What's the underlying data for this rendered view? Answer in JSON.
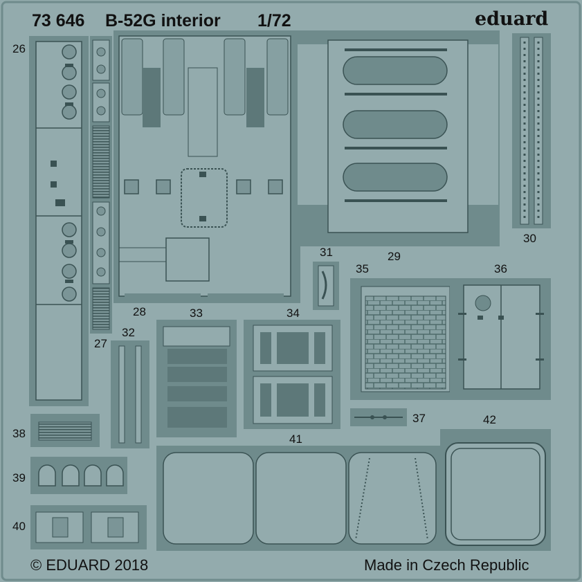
{
  "header": {
    "product_code": "73 646",
    "product_name": "B-52G interior",
    "scale": "1/72",
    "brand": "eduard"
  },
  "footer": {
    "copyright": "© EDUARD 2018",
    "origin": "Made in Czech Republic"
  },
  "parts": {
    "p26": "26",
    "p27": "27",
    "p28": "28",
    "p29": "29",
    "p30": "30",
    "p31": "31",
    "p32": "32",
    "p33": "33",
    "p34": "34",
    "p35": "35",
    "p36": "36",
    "p37": "37",
    "p38": "38",
    "p39": "39",
    "p40": "40",
    "p41": "41",
    "p42": "42"
  },
  "colors": {
    "background": "#93abad",
    "fret_channel": "#6f8b8c",
    "dark_relief": "#5d7879",
    "line": "#3a5253"
  }
}
